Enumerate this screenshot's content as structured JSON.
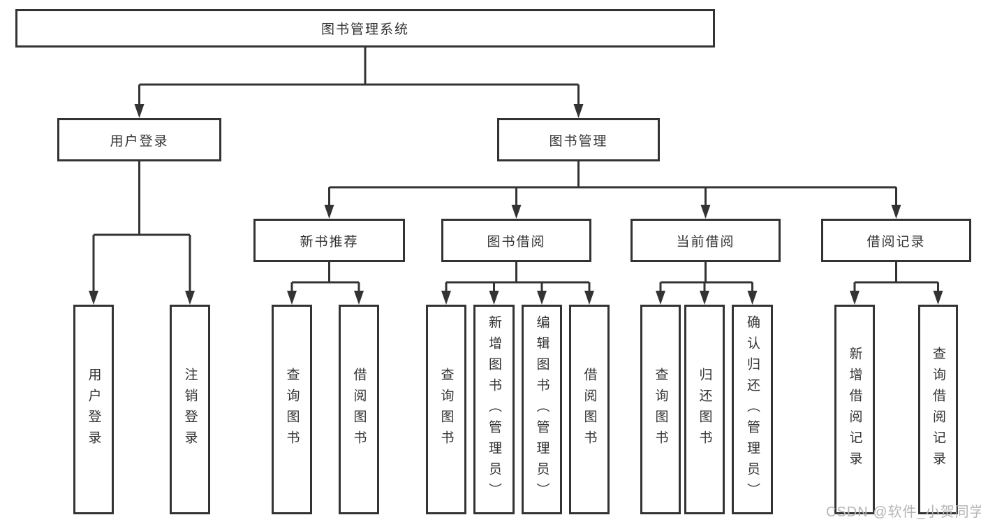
{
  "tree": {
    "label": "图书管理系统",
    "children": [
      {
        "label": "用户登录",
        "children": [
          {
            "label": "用户登录"
          },
          {
            "label": "注销登录"
          }
        ]
      },
      {
        "label": "图书管理",
        "children": [
          {
            "label": "新书推荐",
            "children": [
              {
                "label": "查询图书"
              },
              {
                "label": "借阅图书"
              }
            ]
          },
          {
            "label": "图书借阅",
            "children": [
              {
                "label": "查询图书"
              },
              {
                "label": "新增图书（管理员）"
              },
              {
                "label": "编辑图书（管理员）"
              },
              {
                "label": "借阅图书"
              }
            ]
          },
          {
            "label": "当前借阅",
            "children": [
              {
                "label": "查询图书"
              },
              {
                "label": "归还图书"
              },
              {
                "label": "确认归还（管理员）"
              }
            ]
          },
          {
            "label": "借阅记录",
            "children": [
              {
                "label": "新增借阅记录"
              },
              {
                "label": "查询借阅记录"
              }
            ]
          }
        ]
      }
    ]
  },
  "watermark": {
    "text": "CSDN @软件_小贺同学"
  },
  "colors": {
    "line": "#333333",
    "text": "#333333",
    "watermark": "#b5b5b5",
    "background": "#ffffff"
  }
}
